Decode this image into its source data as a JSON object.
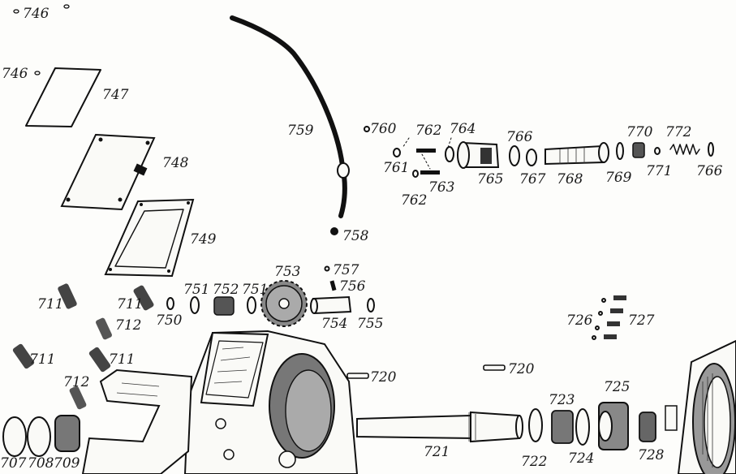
{
  "labels": {
    "746_top": "746",
    "746_left": "746",
    "747": "747",
    "748": "748",
    "749": "749",
    "759": "759",
    "758": "758",
    "760": "760",
    "761": "761",
    "762_top": "762",
    "762_bot": "762",
    "763": "763",
    "764": "764",
    "765": "765",
    "766_a": "766",
    "767": "767",
    "768": "768",
    "769": "769",
    "770": "770",
    "771": "771",
    "772": "772",
    "766_b": "766",
    "711_a": "711",
    "711_b": "711",
    "711_c": "711",
    "711_d": "711",
    "712_a": "712",
    "712_b": "712",
    "750": "750",
    "751_a": "751",
    "752": "752",
    "751_b": "751",
    "753": "753",
    "757": "757",
    "756": "756",
    "754": "754",
    "755": "755",
    "720_a": "720",
    "720_b": "720",
    "721": "721",
    "722": "722",
    "723": "723",
    "724": "724",
    "725": "725",
    "726": "726",
    "727": "727",
    "728": "728",
    "707": "707",
    "708": "708",
    "709": "709"
  }
}
